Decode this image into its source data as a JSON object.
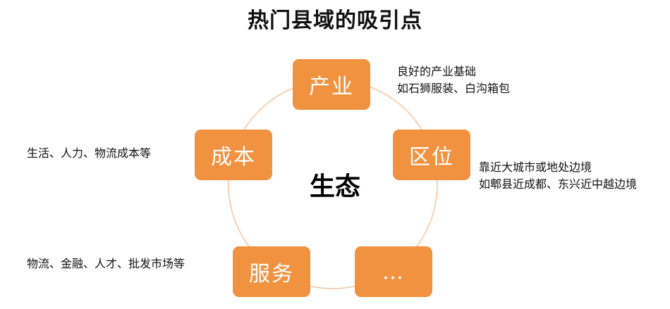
{
  "title": "热门县域的吸引点",
  "center": {
    "label": "生态"
  },
  "colors": {
    "node_fill": "#F0923F",
    "ring_stroke": "#F6C9A3"
  },
  "nodes": {
    "industry": {
      "label": "产业",
      "note": [
        "良好的产业基础",
        "如石狮服装、白沟箱包"
      ]
    },
    "location": {
      "label": "区位",
      "note": [
        "靠近大城市或地处边境",
        "如郫县近成都、东兴近中越边境"
      ]
    },
    "cost": {
      "label": "成本",
      "note": [
        "生活、人力、物流成本等"
      ]
    },
    "service": {
      "label": "服务",
      "note": [
        "物流、金融、人才、批发市场等"
      ]
    },
    "more": {
      "label": "…"
    }
  }
}
